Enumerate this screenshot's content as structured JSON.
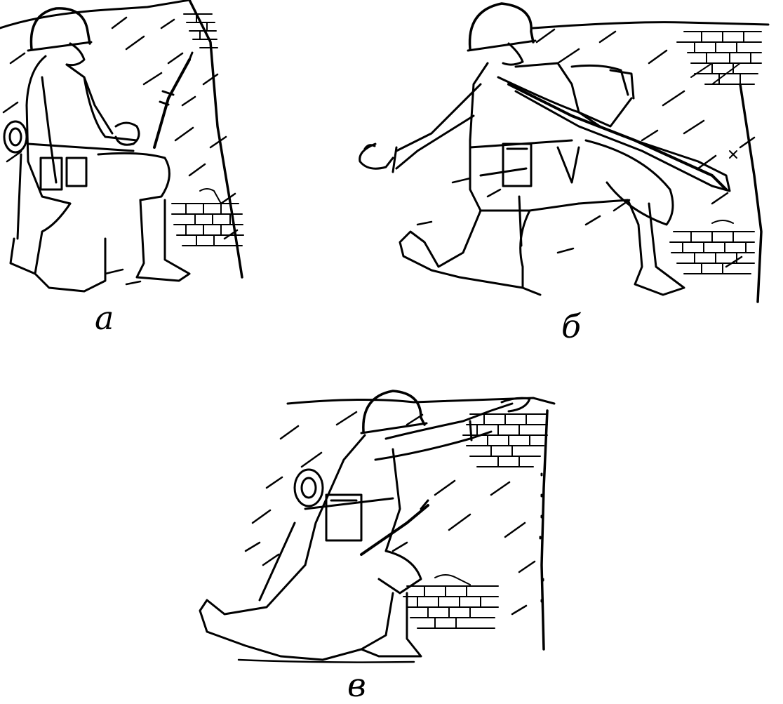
{
  "figure": {
    "panels": [
      {
        "id": "a",
        "caption": "а"
      },
      {
        "id": "b",
        "caption": "б"
      },
      {
        "id": "c",
        "caption": "в"
      }
    ]
  },
  "colors": {
    "ink": "#000000",
    "paper": "#ffffff"
  }
}
